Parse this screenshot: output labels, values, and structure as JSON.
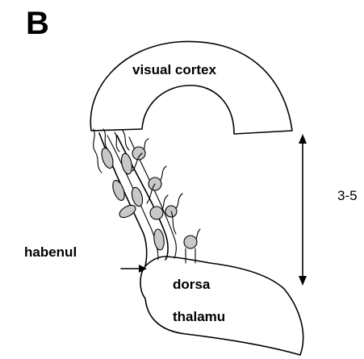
{
  "panel_label": "B",
  "labels": {
    "visual_cortex": "visual cortex",
    "habenula": "habenul",
    "dorsal": "dorsa",
    "thalamus": "thalamu",
    "scale": "3-5"
  },
  "colors": {
    "ink": "#000000",
    "cell_fill": "#c8c8c8",
    "background": "#ffffff"
  }
}
